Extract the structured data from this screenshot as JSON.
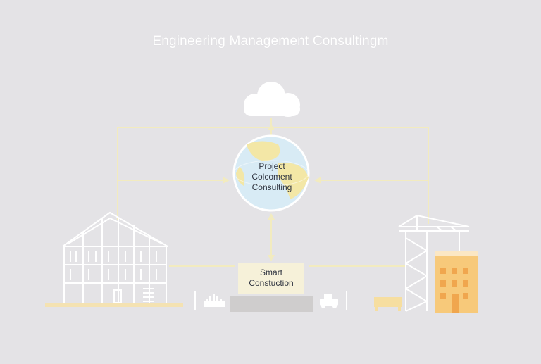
{
  "title": "Engineering Management Consultingm",
  "center_node": {
    "line1": "Project",
    "line2": "Colcoment",
    "line3": "Consulting"
  },
  "bottom_node": {
    "line1": "Smart",
    "line2": "Constuction"
  },
  "icons": {
    "top": "cloud-icon",
    "center": "globe-icon",
    "left": "building-frame-icon",
    "right": "tower-crane-icon"
  },
  "colors": {
    "background": "#e4e3e6",
    "connector": "#f2ebbf",
    "building": "#ffffff",
    "accent_orange": "#f7c97a",
    "globe_ocean": "#d8ebf5"
  }
}
